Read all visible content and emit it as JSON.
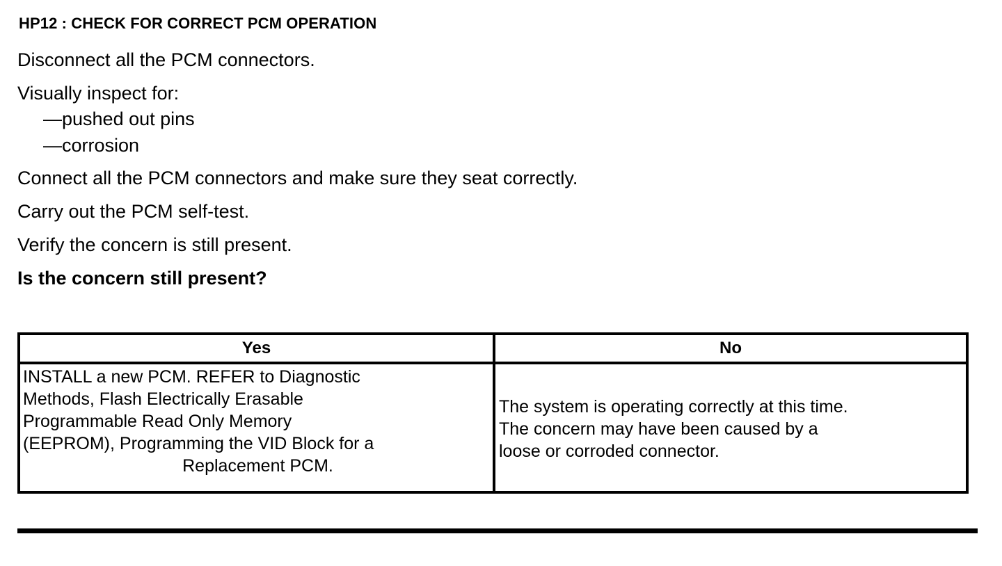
{
  "document": {
    "step_title": "HP12 : CHECK FOR CORRECT PCM OPERATION",
    "procedure": {
      "disconnect": "Disconnect all the PCM connectors.",
      "visually_inspect": "Visually inspect for:",
      "bullet_1": "—pushed out pins",
      "bullet_2": "—corrosion",
      "connect": "Connect all the PCM connectors and make sure they seat correctly.",
      "carry_out": "Carry out the PCM self-test.",
      "verify": "Verify the concern is still present.",
      "question": "Is the concern still present?"
    },
    "decision_table": {
      "headers": {
        "yes": "Yes",
        "no": "No"
      },
      "yes_cell": {
        "lines": [
          "INSTALL a new PCM. REFER to Diagnostic",
          "Methods, Flash Electrically Erasable",
          "Programmable Read Only Memory",
          "(EEPROM), Programming the VID Block for a",
          "Replacement PCM."
        ]
      },
      "no_cell": {
        "lines": [
          "The system is operating correctly at this time.",
          "The concern may have been caused by a",
          "loose or corroded connector."
        ]
      }
    },
    "colors": {
      "ink": "#000000",
      "paper": "#ffffff"
    }
  }
}
